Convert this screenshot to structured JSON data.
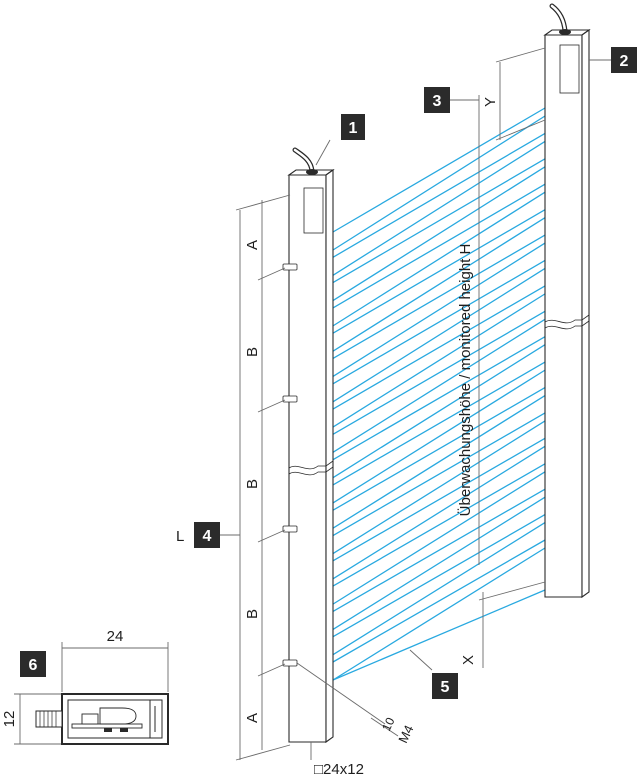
{
  "callouts": [
    "1",
    "2",
    "3",
    "4",
    "5",
    "6"
  ],
  "dimensions": {
    "A": "A",
    "B": "B",
    "L": "L",
    "X": "X",
    "Y": "Y",
    "width_24": "24",
    "height_12": "12",
    "thread_10": "10",
    "thread_m4": "M4",
    "profile": "□24x12"
  },
  "monitored_height_label": "Überwachungshöhe / monitored height H",
  "colors": {
    "beam": "#29a9e0",
    "badge": "#2b2b2b",
    "line": "#2a2a2a"
  }
}
